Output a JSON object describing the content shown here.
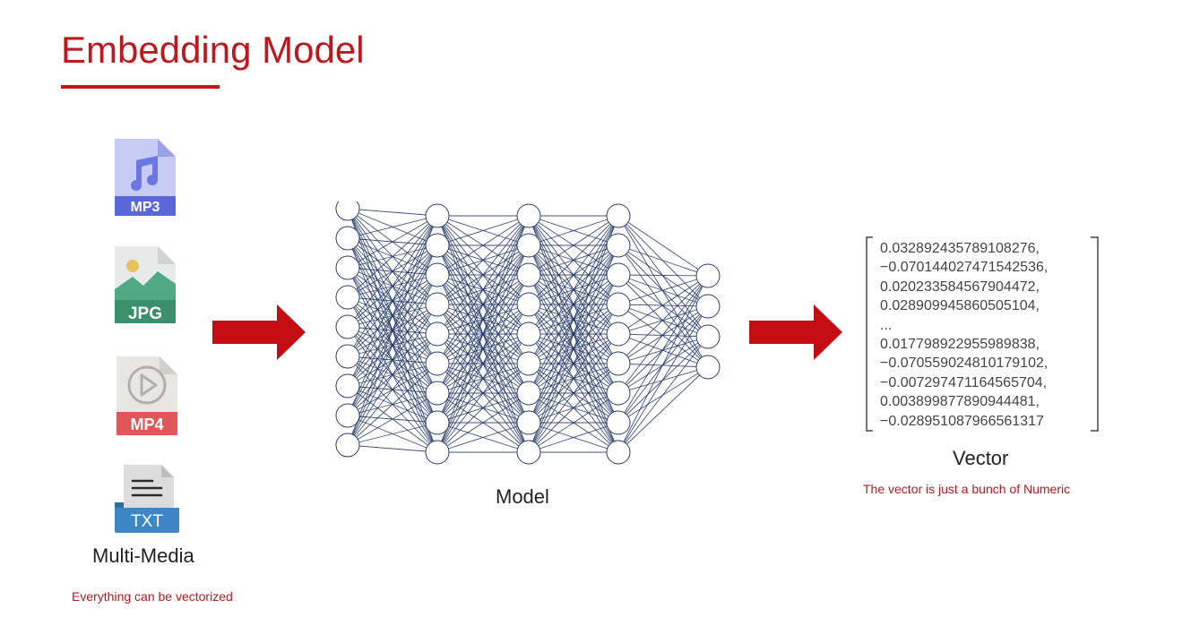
{
  "header": {
    "title": "Embedding Model"
  },
  "media": {
    "files": [
      {
        "badge": "MP3",
        "icon": "music-note-icon",
        "color": "#5a67d8",
        "tint": "#c7cbf3"
      },
      {
        "badge": "JPG",
        "icon": "image-icon",
        "color": "#3a8f6c",
        "tint": "#e7eae9"
      },
      {
        "badge": "MP4",
        "icon": "play-icon",
        "color": "#e0565b",
        "tint": "#e8e6e3"
      },
      {
        "badge": "TXT",
        "icon": "text-lines-icon",
        "color": "#3d87c6",
        "tint": "#dcdcdc"
      }
    ],
    "label": "Multi-Media",
    "caption": "Everything can be vectorized"
  },
  "model": {
    "label": "Model",
    "layers": [
      9,
      9,
      9,
      9,
      4
    ],
    "node_color": "#ffffff",
    "edge_color": "#1f3566"
  },
  "vector": {
    "label": "Vector",
    "caption": "The vector is just a bunch of Numeric",
    "values": [
      "0.032892435789108276,",
      "−0.07014402747154253​6,",
      "0.020233584567904472,",
      "0.028909945860505104,",
      "...",
      "0.017798922955989838,",
      "−0.07055902481017910​2,",
      "−0.007297471164565704,",
      "0.003899877890944481,",
      "−0.028951087966561317"
    ]
  },
  "colors": {
    "accent": "#c0171c",
    "arrow": "#c40d12"
  }
}
